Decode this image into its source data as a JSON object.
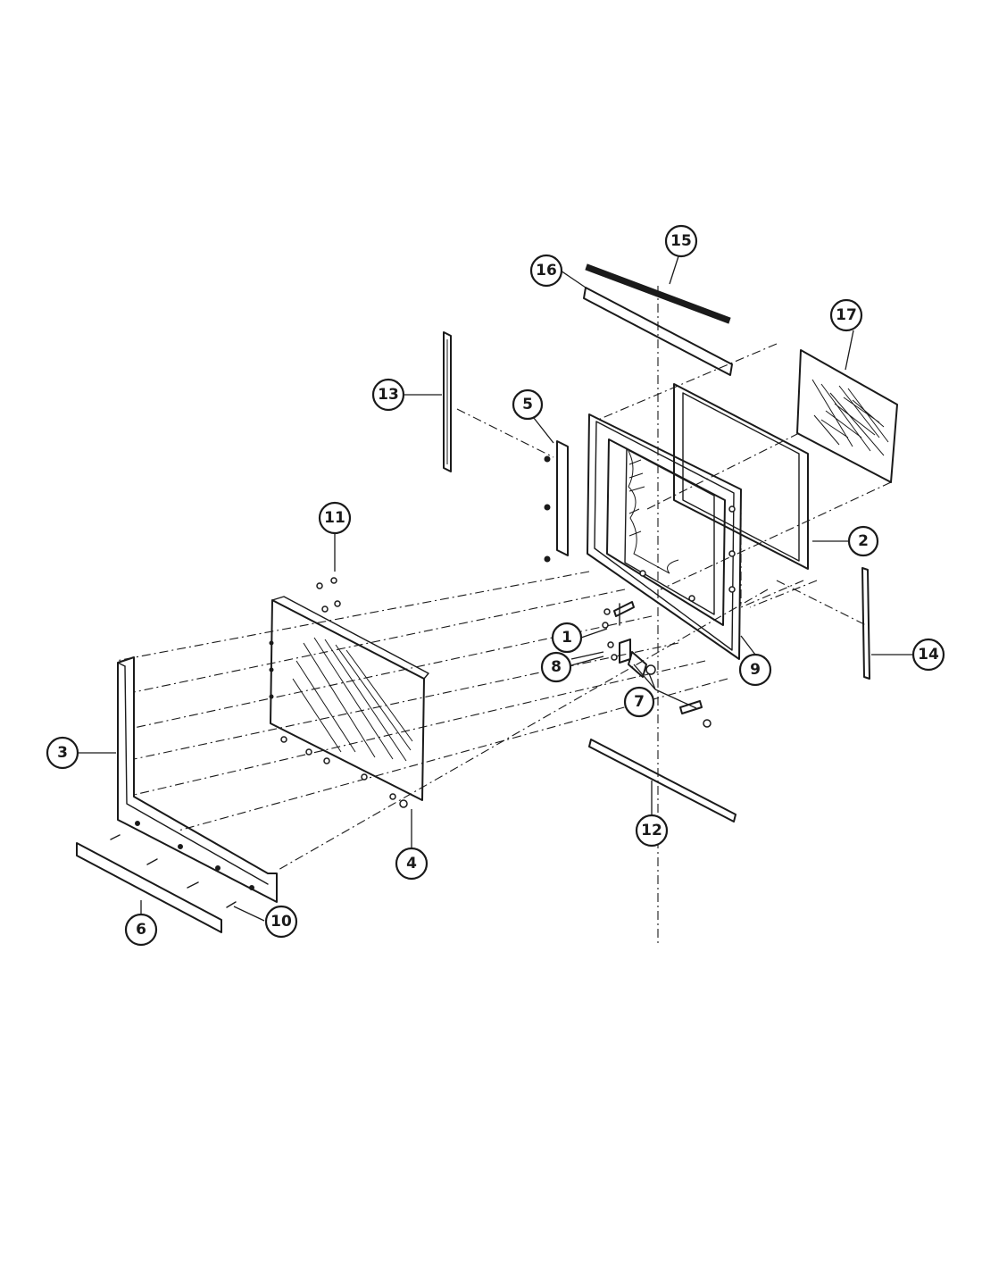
{
  "diagram": {
    "callouts": [
      {
        "id": "1",
        "label": "1"
      },
      {
        "id": "2",
        "label": "2"
      },
      {
        "id": "3",
        "label": "3"
      },
      {
        "id": "4",
        "label": "4"
      },
      {
        "id": "5",
        "label": "5"
      },
      {
        "id": "6",
        "label": "6"
      },
      {
        "id": "7",
        "label": "7"
      },
      {
        "id": "8",
        "label": "8"
      },
      {
        "id": "9",
        "label": "9"
      },
      {
        "id": "10",
        "label": "10"
      },
      {
        "id": "11",
        "label": "11"
      },
      {
        "id": "12",
        "label": "12"
      },
      {
        "id": "13",
        "label": "13"
      },
      {
        "id": "14",
        "label": "14"
      },
      {
        "id": "15",
        "label": "15"
      },
      {
        "id": "16",
        "label": "16"
      },
      {
        "id": "17",
        "label": "17"
      }
    ],
    "line_color": "#1a1a1a",
    "background": "#ffffff"
  }
}
